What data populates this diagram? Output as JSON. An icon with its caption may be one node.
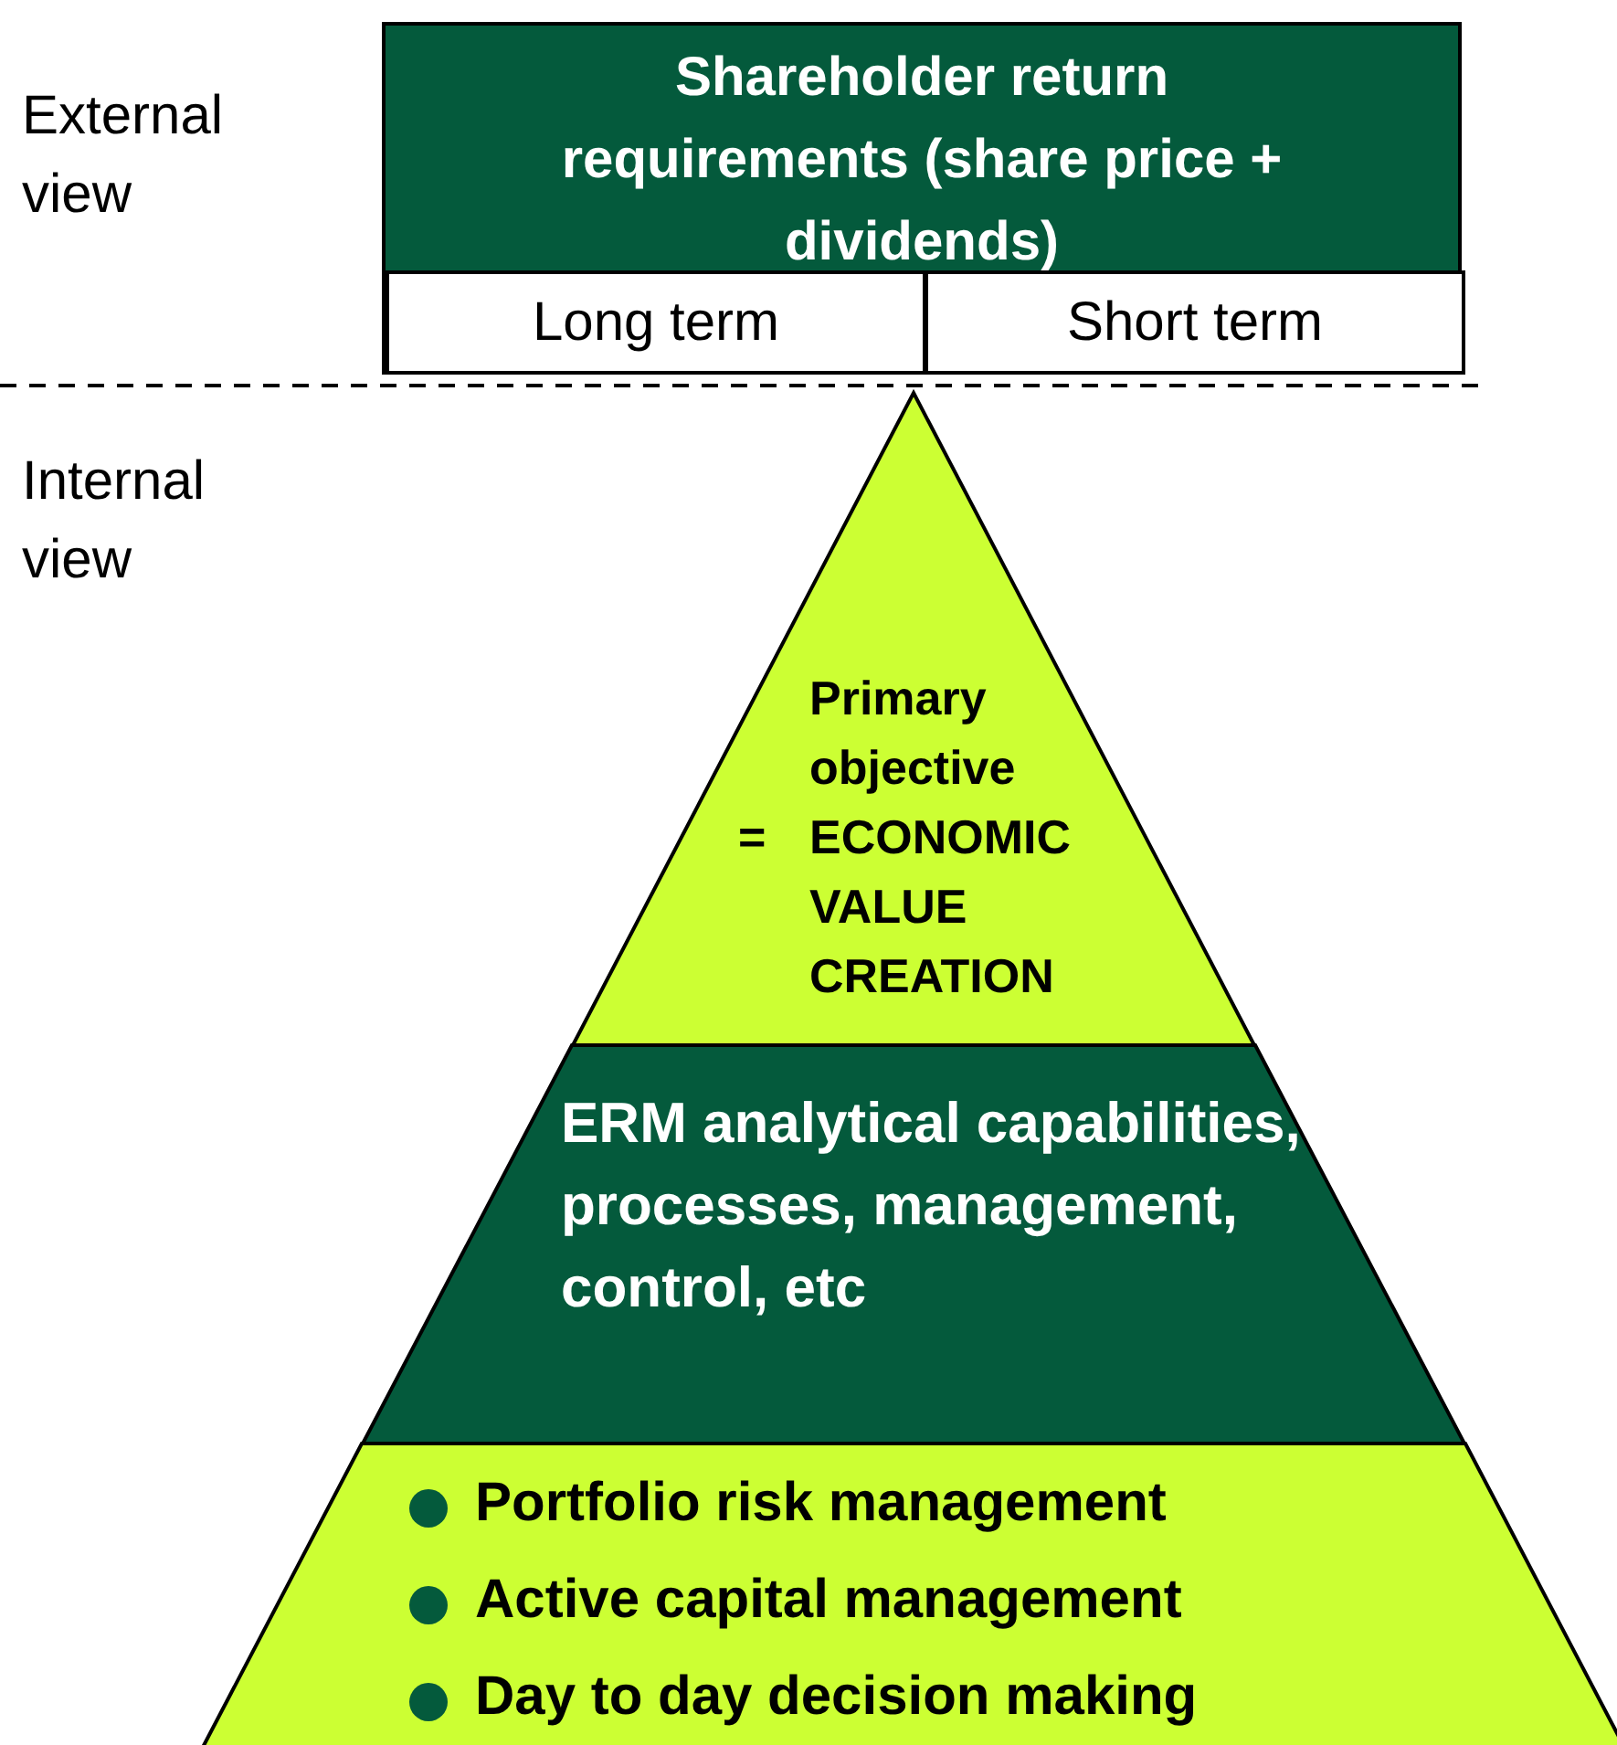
{
  "diagram": {
    "nodes": [
      {
        "text": [
          "Shareholder return requirements (share price + dividends)"
        ]
      },
      {
        "text": [
          "Long term"
        ],
        "in": 0
      },
      {
        "text": [
          "Short term"
        ],
        "in": 0
      },
      {
        "text": [
          "Primary objective",
          "=",
          "ECONOMIC VALUE CREATION"
        ]
      },
      {
        "text": [
          "ERM analytical capabilities, processes, management, control, etc"
        ]
      },
      {
        "text": [
          "Portfolio risk management",
          "Active capital management",
          "Day to day decision making"
        ]
      }
    ],
    "edges": [],
    "labels": [
      "External view",
      "Internal view"
    ]
  }
}
